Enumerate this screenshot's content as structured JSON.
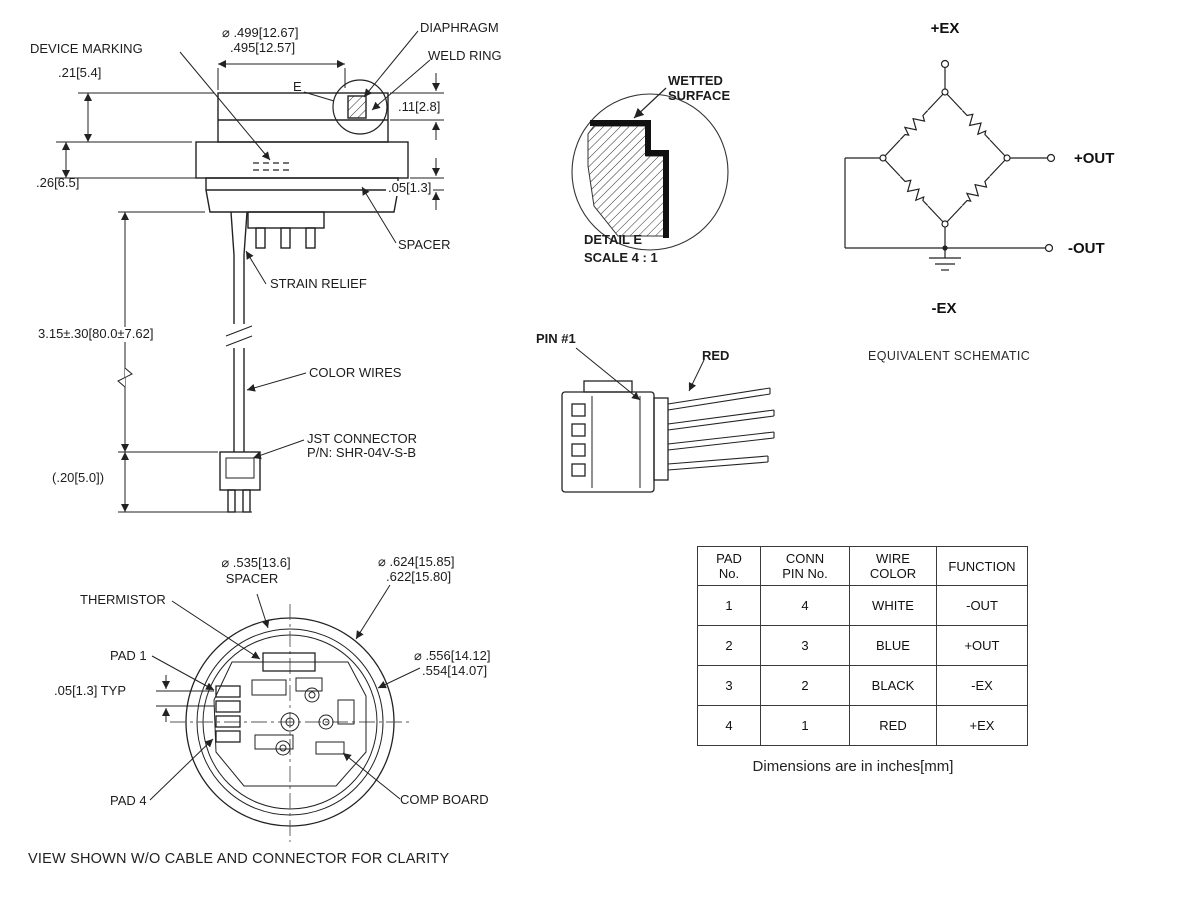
{
  "side_view": {
    "device_marking": "DEVICE MARKING",
    "diaphragm": "DIAPHRAGM",
    "weld_ring": "WELD RING",
    "detail_tag": "E",
    "dim_dia_1": "⌀ .499[12.67]",
    "dim_dia_2": ".495[12.57]",
    "dim_cap_height": ".21[5.4]",
    "dim_diaphragm": ".11[2.8]",
    "dim_flange": ".26[6.5]",
    "dim_spacer": ".05[1.3]",
    "spacer": "SPACER",
    "strain_relief": "STRAIN RELIEF",
    "dim_cable": "3.15±.30[80.0±7.62]",
    "color_wires": "COLOR WIRES",
    "jst_1": "JST CONNECTOR",
    "jst_2": "P/N: SHR-04V-S-B",
    "dim_connector": "(.20[5.0])"
  },
  "detail_e": {
    "wetted_1": "WETTED",
    "wetted_2": "SURFACE",
    "title": "DETAIL E",
    "scale": "SCALE 4 : 1"
  },
  "schematic": {
    "plus_ex": "+EX",
    "plus_out": "+OUT",
    "minus_out": "-OUT",
    "minus_ex": "-EX",
    "caption": "EQUIVALENT SCHEMATIC"
  },
  "connector_view": {
    "pin1": "PIN #1",
    "red": "RED"
  },
  "bottom_view": {
    "dim_spacer_1": "⌀ .535[13.6]",
    "dim_spacer_2": "SPACER",
    "thermistor": "THERMISTOR",
    "dim_outer_1": "⌀ .624[15.85]",
    "dim_outer_2": ".622[15.80]",
    "dim_mid_1": "⌀ .556[14.12]",
    "dim_mid_2": ".554[14.07]",
    "pad1": "PAD 1",
    "dim_pad": ".05[1.3] TYP",
    "pad4": "PAD 4",
    "comp_board": "COMP BOARD",
    "note": "VIEW SHOWN W/O CABLE AND CONNECTOR FOR CLARITY"
  },
  "table": {
    "headers": {
      "pad": "PAD\nNo.",
      "pin": "CONN\nPIN No.",
      "color": "WIRE\nCOLOR",
      "function": "FUNCTION"
    },
    "rows": [
      {
        "pad": "1",
        "pin": "4",
        "color": "WHITE",
        "function": "-OUT"
      },
      {
        "pad": "2",
        "pin": "3",
        "color": "BLUE",
        "function": "+OUT"
      },
      {
        "pad": "3",
        "pin": "2",
        "color": "BLACK",
        "function": "-EX"
      },
      {
        "pad": "4",
        "pin": "1",
        "color": "RED",
        "function": "+EX"
      }
    ],
    "caption": "Dimensions are in inches[mm]"
  }
}
